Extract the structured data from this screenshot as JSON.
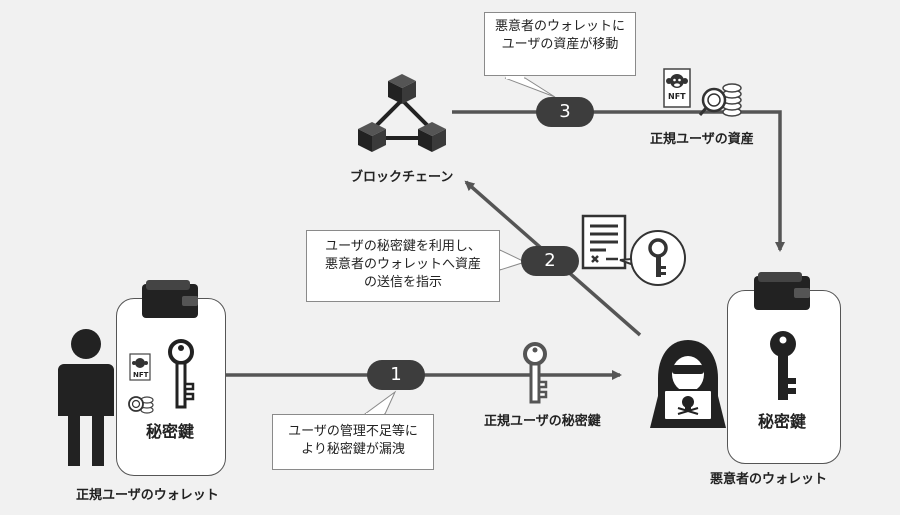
{
  "diagram": {
    "blockchain_label": "ブロックチェーン",
    "user_wallet_label": "正規ユーザのウォレット",
    "attacker_wallet_label": "悪意者のウォレット",
    "user_key_label": "秘密鍵",
    "attacker_key_label": "秘密鍵",
    "leaked_key_label": "正規ユーザの秘密鍵",
    "assets_label": "正規ユーザの資産",
    "nft_badge": "NFT",
    "steps": [
      {
        "number": "1",
        "lines": [
          "ユーザの管理不足等に",
          "より秘密鍵が漏洩"
        ]
      },
      {
        "number": "2",
        "lines": [
          "ユーザの秘密鍵を利用し、",
          "悪意者のウォレットへ資産",
          "の送信を指示"
        ]
      },
      {
        "number": "3",
        "lines": [
          "悪意者のウォレットに",
          "ユーザの資産が移動"
        ]
      }
    ]
  }
}
